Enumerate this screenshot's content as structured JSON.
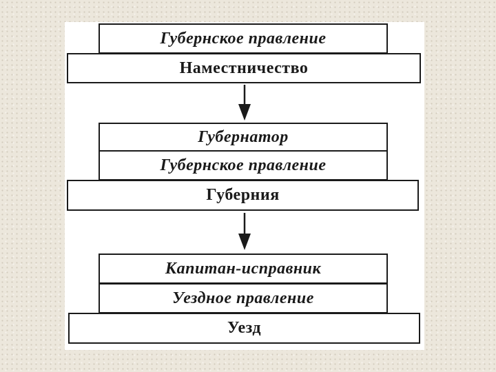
{
  "colors": {
    "line": "#1a1a1a",
    "panel": "#ffffff",
    "background": "#ece7dc"
  },
  "groups": [
    {
      "id": "province-government-group",
      "boxes": [
        {
          "label": "Губернское правление",
          "italic": true
        },
        {
          "label": "Наместничество",
          "italic": false
        }
      ]
    },
    {
      "id": "governorate-group",
      "boxes": [
        {
          "label": "Губернатор",
          "italic": true
        },
        {
          "label": "Губернское правление",
          "italic": true
        },
        {
          "label": "Губерния",
          "italic": false
        }
      ]
    },
    {
      "id": "district-group",
      "boxes": [
        {
          "label": "Капитан-исправник",
          "italic": true
        },
        {
          "label": "Уездное правление",
          "italic": true
        },
        {
          "label": "Уезд",
          "italic": false
        }
      ]
    }
  ],
  "arrows": [
    {
      "from": "province-government-group",
      "to": "governorate-group"
    },
    {
      "from": "governorate-group",
      "to": "district-group"
    }
  ]
}
